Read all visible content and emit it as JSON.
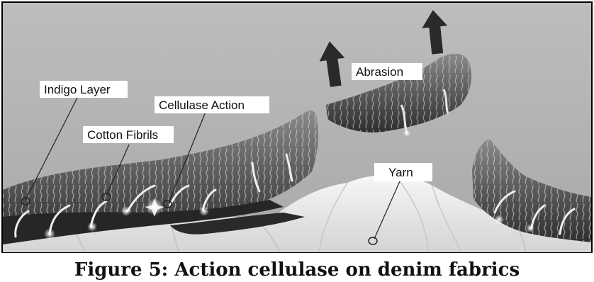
{
  "figure": {
    "caption": "Figure 5: Action cellulase on denim fabrics",
    "labels": {
      "indigo_layer": "Indigo Layer",
      "cotton_fibrils": "Cotton Fibrils",
      "cellulase_action": "Cellulase Action",
      "abrasion": "Abrasion",
      "yarn": "Yarn"
    }
  }
}
